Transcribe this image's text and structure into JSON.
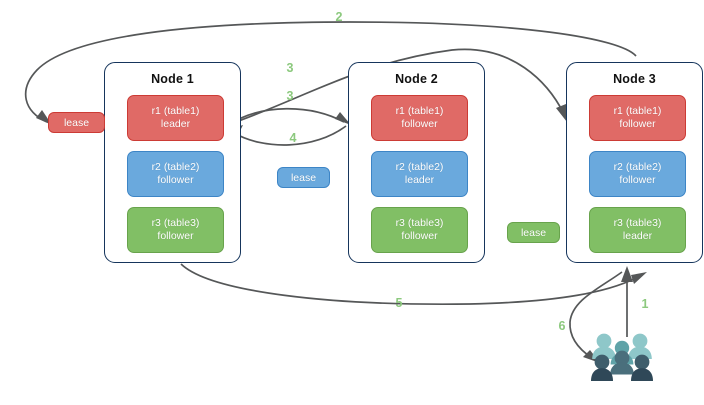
{
  "diagram": {
    "title": "distributed-ranges-lease-diagram",
    "colors": {
      "red": "#e06a66",
      "red_border": "#cc3b35",
      "blue": "#6aa9dd",
      "blue_border": "#3d85c6",
      "green": "#81bf65",
      "green_border": "#68a34c",
      "node_border": "#16355c",
      "arrow": "#555758",
      "label": "#8cc97e",
      "users_light": "#8ec7c9",
      "users_mid": "#5fa3a8",
      "users_dark": "#4a6f7c",
      "users_darkest": "#2f4858"
    }
  },
  "nodes": [
    {
      "title": "Node 1",
      "replicas": [
        {
          "name": "r1 (table1)",
          "role": "leader",
          "color": "red"
        },
        {
          "name": "r2 (table2)",
          "role": "follower",
          "color": "blue"
        },
        {
          "name": "r3 (table3)",
          "role": "follower",
          "color": "green"
        }
      ]
    },
    {
      "title": "Node 2",
      "replicas": [
        {
          "name": "r1 (table1)",
          "role": "follower",
          "color": "red"
        },
        {
          "name": "r2 (table2)",
          "role": "leader",
          "color": "blue"
        },
        {
          "name": "r3 (table3)",
          "role": "follower",
          "color": "green"
        }
      ]
    },
    {
      "title": "Node 3",
      "replicas": [
        {
          "name": "r1 (table1)",
          "role": "follower",
          "color": "red"
        },
        {
          "name": "r2 (table2)",
          "role": "follower",
          "color": "blue"
        },
        {
          "name": "r3 (table3)",
          "role": "leader",
          "color": "green"
        }
      ]
    }
  ],
  "leases": [
    {
      "label": "lease",
      "color": "red"
    },
    {
      "label": "lease",
      "color": "blue"
    },
    {
      "label": "lease",
      "color": "green"
    }
  ],
  "step_labels": [
    {
      "text": "1"
    },
    {
      "text": "2"
    },
    {
      "text": "3"
    },
    {
      "text": "3"
    },
    {
      "text": "4"
    },
    {
      "text": "5"
    },
    {
      "text": "6"
    }
  ],
  "users": {
    "name": "clients"
  }
}
